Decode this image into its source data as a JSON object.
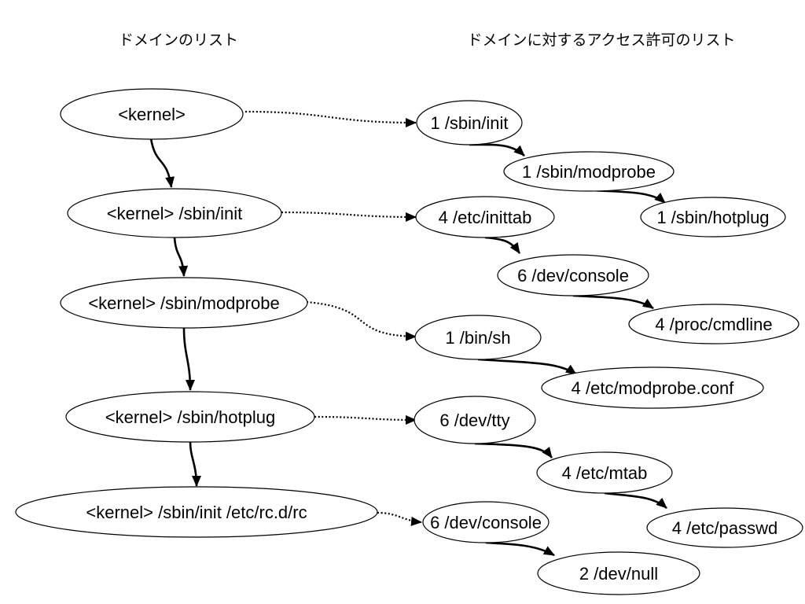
{
  "headers": {
    "domains_title": "ドメインのリスト",
    "acl_title": "ドメインに対するアクセス許可のリスト"
  },
  "domains": [
    {
      "id": "d1",
      "label": "<kernel>"
    },
    {
      "id": "d2",
      "label": "<kernel> /sbin/init"
    },
    {
      "id": "d3",
      "label": "<kernel> /sbin/modprobe"
    },
    {
      "id": "d4",
      "label": "<kernel> /sbin/hotplug"
    },
    {
      "id": "d5",
      "label": "<kernel> /sbin/init /etc/rc.d/rc"
    }
  ],
  "permissions": [
    {
      "id": "p1",
      "label": "1 /sbin/init"
    },
    {
      "id": "p2",
      "label": "1 /sbin/modprobe"
    },
    {
      "id": "p3",
      "label": "1 /sbin/hotplug"
    },
    {
      "id": "p4",
      "label": "4 /etc/inittab"
    },
    {
      "id": "p5",
      "label": "6 /dev/console"
    },
    {
      "id": "p6",
      "label": "4 /proc/cmdline"
    },
    {
      "id": "p7",
      "label": "1 /bin/sh"
    },
    {
      "id": "p8",
      "label": "4 /etc/modprobe.conf"
    },
    {
      "id": "p9",
      "label": "6 /dev/tty"
    },
    {
      "id": "p10",
      "label": "4 /etc/mtab"
    },
    {
      "id": "p11",
      "label": "4 /etc/passwd"
    },
    {
      "id": "p12",
      "label": "6 /dev/console"
    },
    {
      "id": "p13",
      "label": "2 /dev/null"
    }
  ]
}
